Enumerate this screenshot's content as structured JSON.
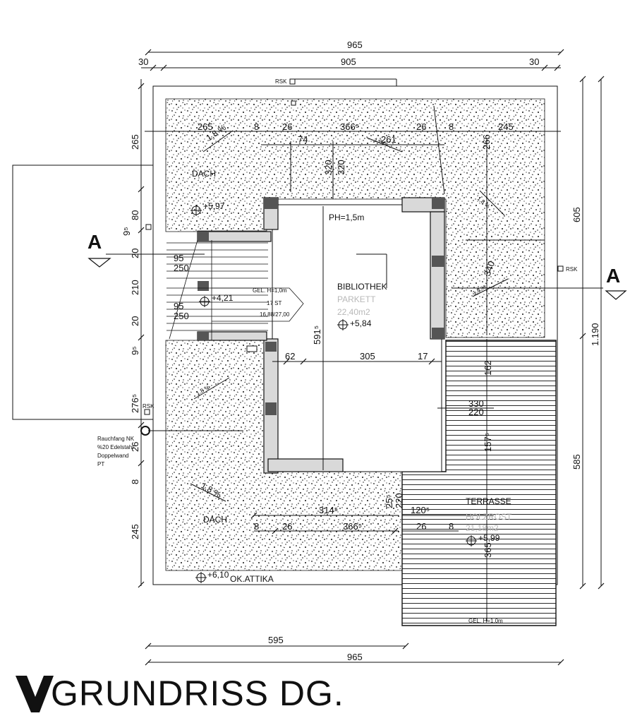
{
  "dimensions": {
    "top_total": "965",
    "top_left_margin": "30",
    "top_inner": "905",
    "top_right_margin": "30",
    "bottom_partial": "595",
    "bottom_total": "965",
    "right_upper": "605",
    "right_total": "1.190",
    "right_lower": "585",
    "left": [
      "265",
      "80",
      "9⁵",
      "20",
      "210",
      "20",
      "9⁵",
      "276⁵",
      "26",
      "8",
      "245"
    ],
    "top_row": [
      "265",
      "8",
      "26",
      "366⁵",
      "26",
      "8",
      "245"
    ],
    "stair": [
      "95",
      "250",
      "95",
      "250"
    ],
    "room_row": [
      "62",
      "305",
      "17"
    ],
    "room_height": "591⁵",
    "terrace": [
      "162",
      "330",
      "220",
      "157⁵",
      "120⁵",
      "26",
      "8",
      "365"
    ],
    "bottom_row": [
      "8",
      "26",
      "366⁵",
      "314⁵",
      "25⁵",
      "220"
    ],
    "misc": [
      "74",
      "261",
      "320",
      "320",
      "266",
      "340"
    ]
  },
  "rooms": {
    "roof_top": {
      "name": "DACH",
      "level": "+5,97",
      "slope": "1,8 %"
    },
    "roof_bottom": {
      "name": "DACH",
      "level": "+6,10",
      "slope": "1,8 %"
    },
    "library": {
      "name": "BIBLIOTHEK",
      "floor": "PARKETT",
      "area": "22,40m2",
      "level": "+5,84",
      "ph": "PH=1,5m"
    },
    "terrace": {
      "name": "TERRASSE",
      "floor": "HOLZROST",
      "area": "21,18m2",
      "level": "+5,99"
    }
  },
  "labels": {
    "stairs_level": "+4,21",
    "stairs_count": "17 ST",
    "stairs_ratio": "16,88/27,00",
    "stairs_gel": "GEL. H=1,0m",
    "terrace_gel": "GEL. H=1,0m",
    "rsk": "RSK",
    "attika": "OK.ATTIKA",
    "chimney": [
      "Rauchfang NK",
      "%20 Edelstahl",
      "Doppelwand",
      "PT"
    ],
    "section_a": "A",
    "slopes": [
      "1,8 %",
      "1,8 %",
      "1,8 %",
      "1,8 %"
    ]
  },
  "title": "GRUNDRISS DG."
}
